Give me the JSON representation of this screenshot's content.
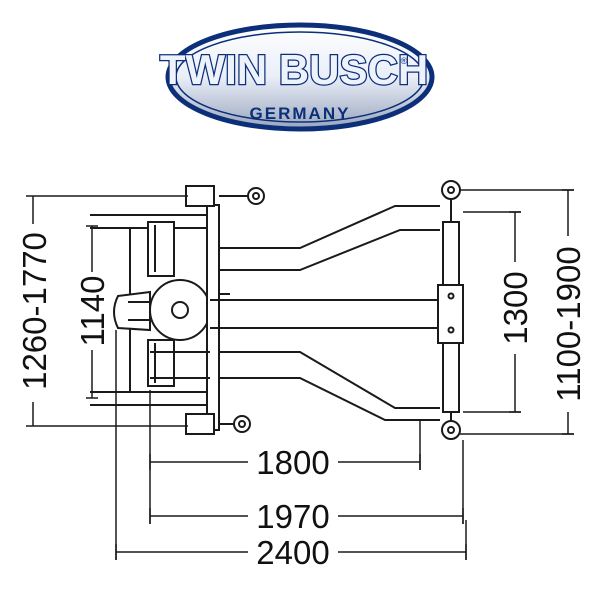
{
  "logo": {
    "brand": "TWIN BUSCH",
    "registered": "®",
    "country": "GERMANY",
    "colors": {
      "outline": "#0c2f7a",
      "fill_light": "#e9eef8",
      "fill_dark": "#9aa6bd"
    }
  },
  "dimensions": {
    "left_overall": "1260-1770",
    "left_inner": "1140",
    "right_inner": "1300",
    "right_overall": "1100-1900",
    "bottom_1": "1800",
    "bottom_2": "1970",
    "bottom_3": "2400"
  },
  "colors": {
    "line": "#1a1a1a",
    "fill": "#ffffff"
  }
}
